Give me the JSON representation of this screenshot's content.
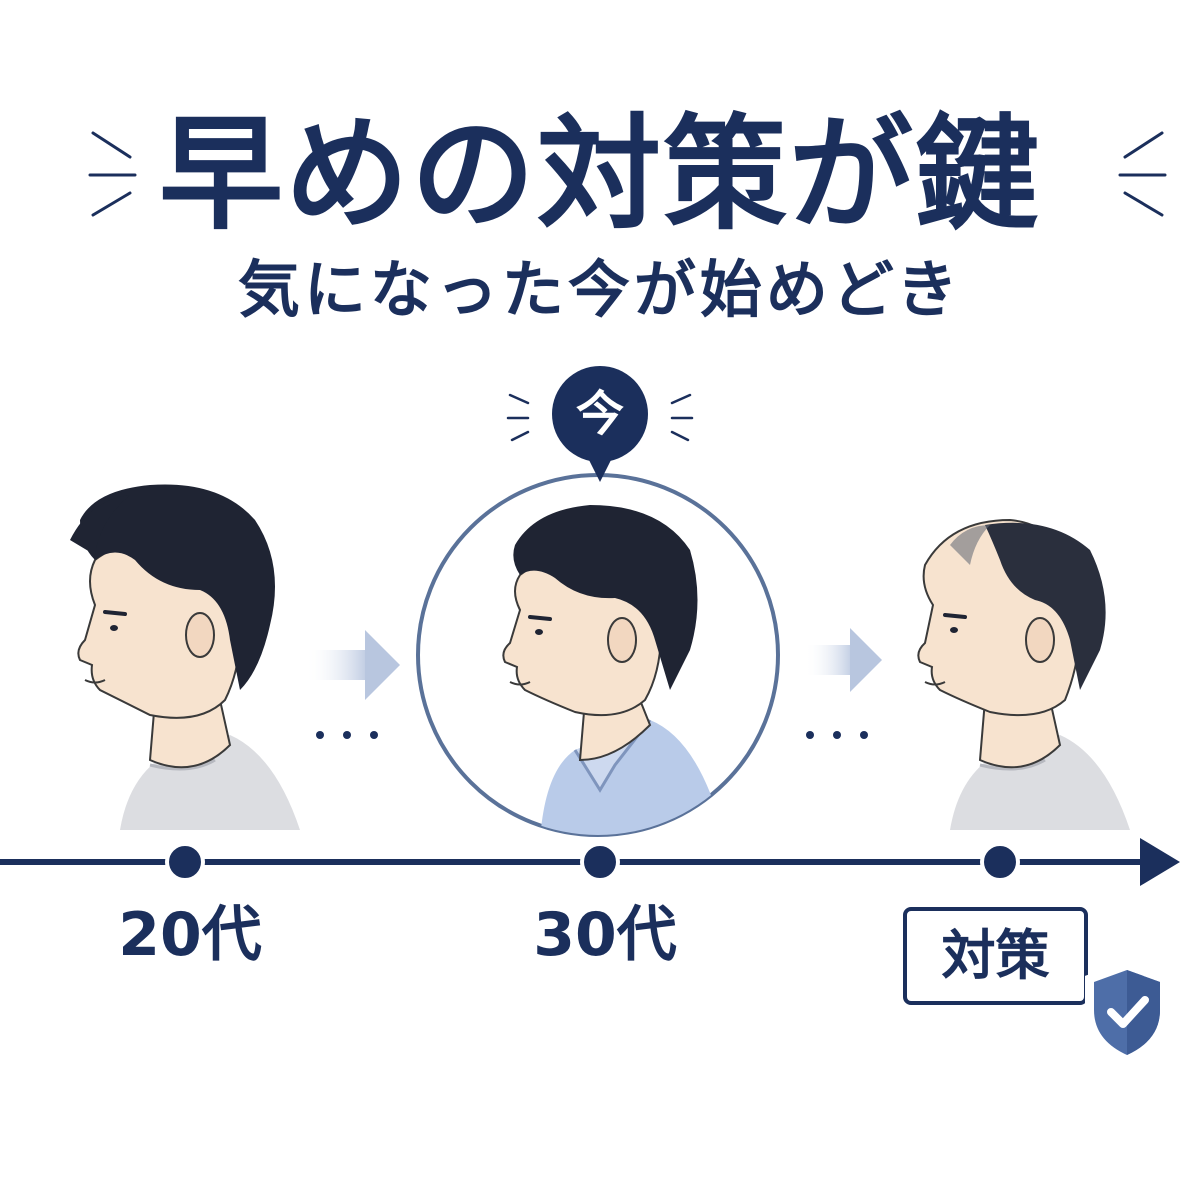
{
  "header": {
    "title": "早めの対策が鍵",
    "subtitle": "気になった今が始めどき"
  },
  "badge": {
    "now_label": "今"
  },
  "timeline": {
    "stages": [
      {
        "label": "20代"
      },
      {
        "label": "30代"
      },
      {
        "label": "対策"
      }
    ]
  },
  "colors": {
    "navy": "#1b2f5c",
    "circle_outline": "#5a7299",
    "arrow_light": "#c9d3e6",
    "shirt_blue": "#b9cbe9",
    "tshirt_gray": "#d9dadd",
    "skin": "#f7e3cf",
    "hair": "#1f2433"
  },
  "icons": {
    "badge": "speech-bubble-icon",
    "arrows": "arrow-right-icon",
    "shield": "shield-check-icon"
  }
}
